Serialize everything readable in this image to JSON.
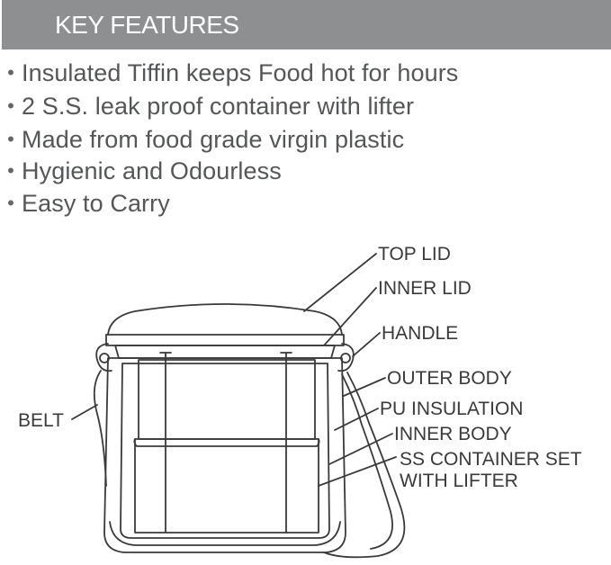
{
  "header": {
    "title": "KEY FEATURES"
  },
  "features": [
    {
      "bullet": "•",
      "text": "Insulated Tiffin keeps Food hot for hours"
    },
    {
      "bullet": "•",
      "text": "2 S.S. leak proof container with lifter"
    },
    {
      "bullet": "•",
      "text": "Made from food grade virgin plastic"
    },
    {
      "bullet": "•",
      "text": "Hygienic and Odourless"
    },
    {
      "bullet": "•",
      "text": "Easy to Carry"
    }
  ],
  "diagram": {
    "labels": {
      "top_lid": "TOP LID",
      "inner_lid": "INNER LID",
      "handle": "HANDLE",
      "outer_body": "OUTER BODY",
      "pu_insulation": "PU INSULATION",
      "inner_body": "INNER BODY",
      "ss_container_line1": "SS CONTAINER SET",
      "ss_container_line2": "WITH LIFTER",
      "belt": "BELT"
    },
    "colors": {
      "line": "#3a3a3a",
      "banner": "#8e8f90",
      "text": "#555657"
    }
  }
}
